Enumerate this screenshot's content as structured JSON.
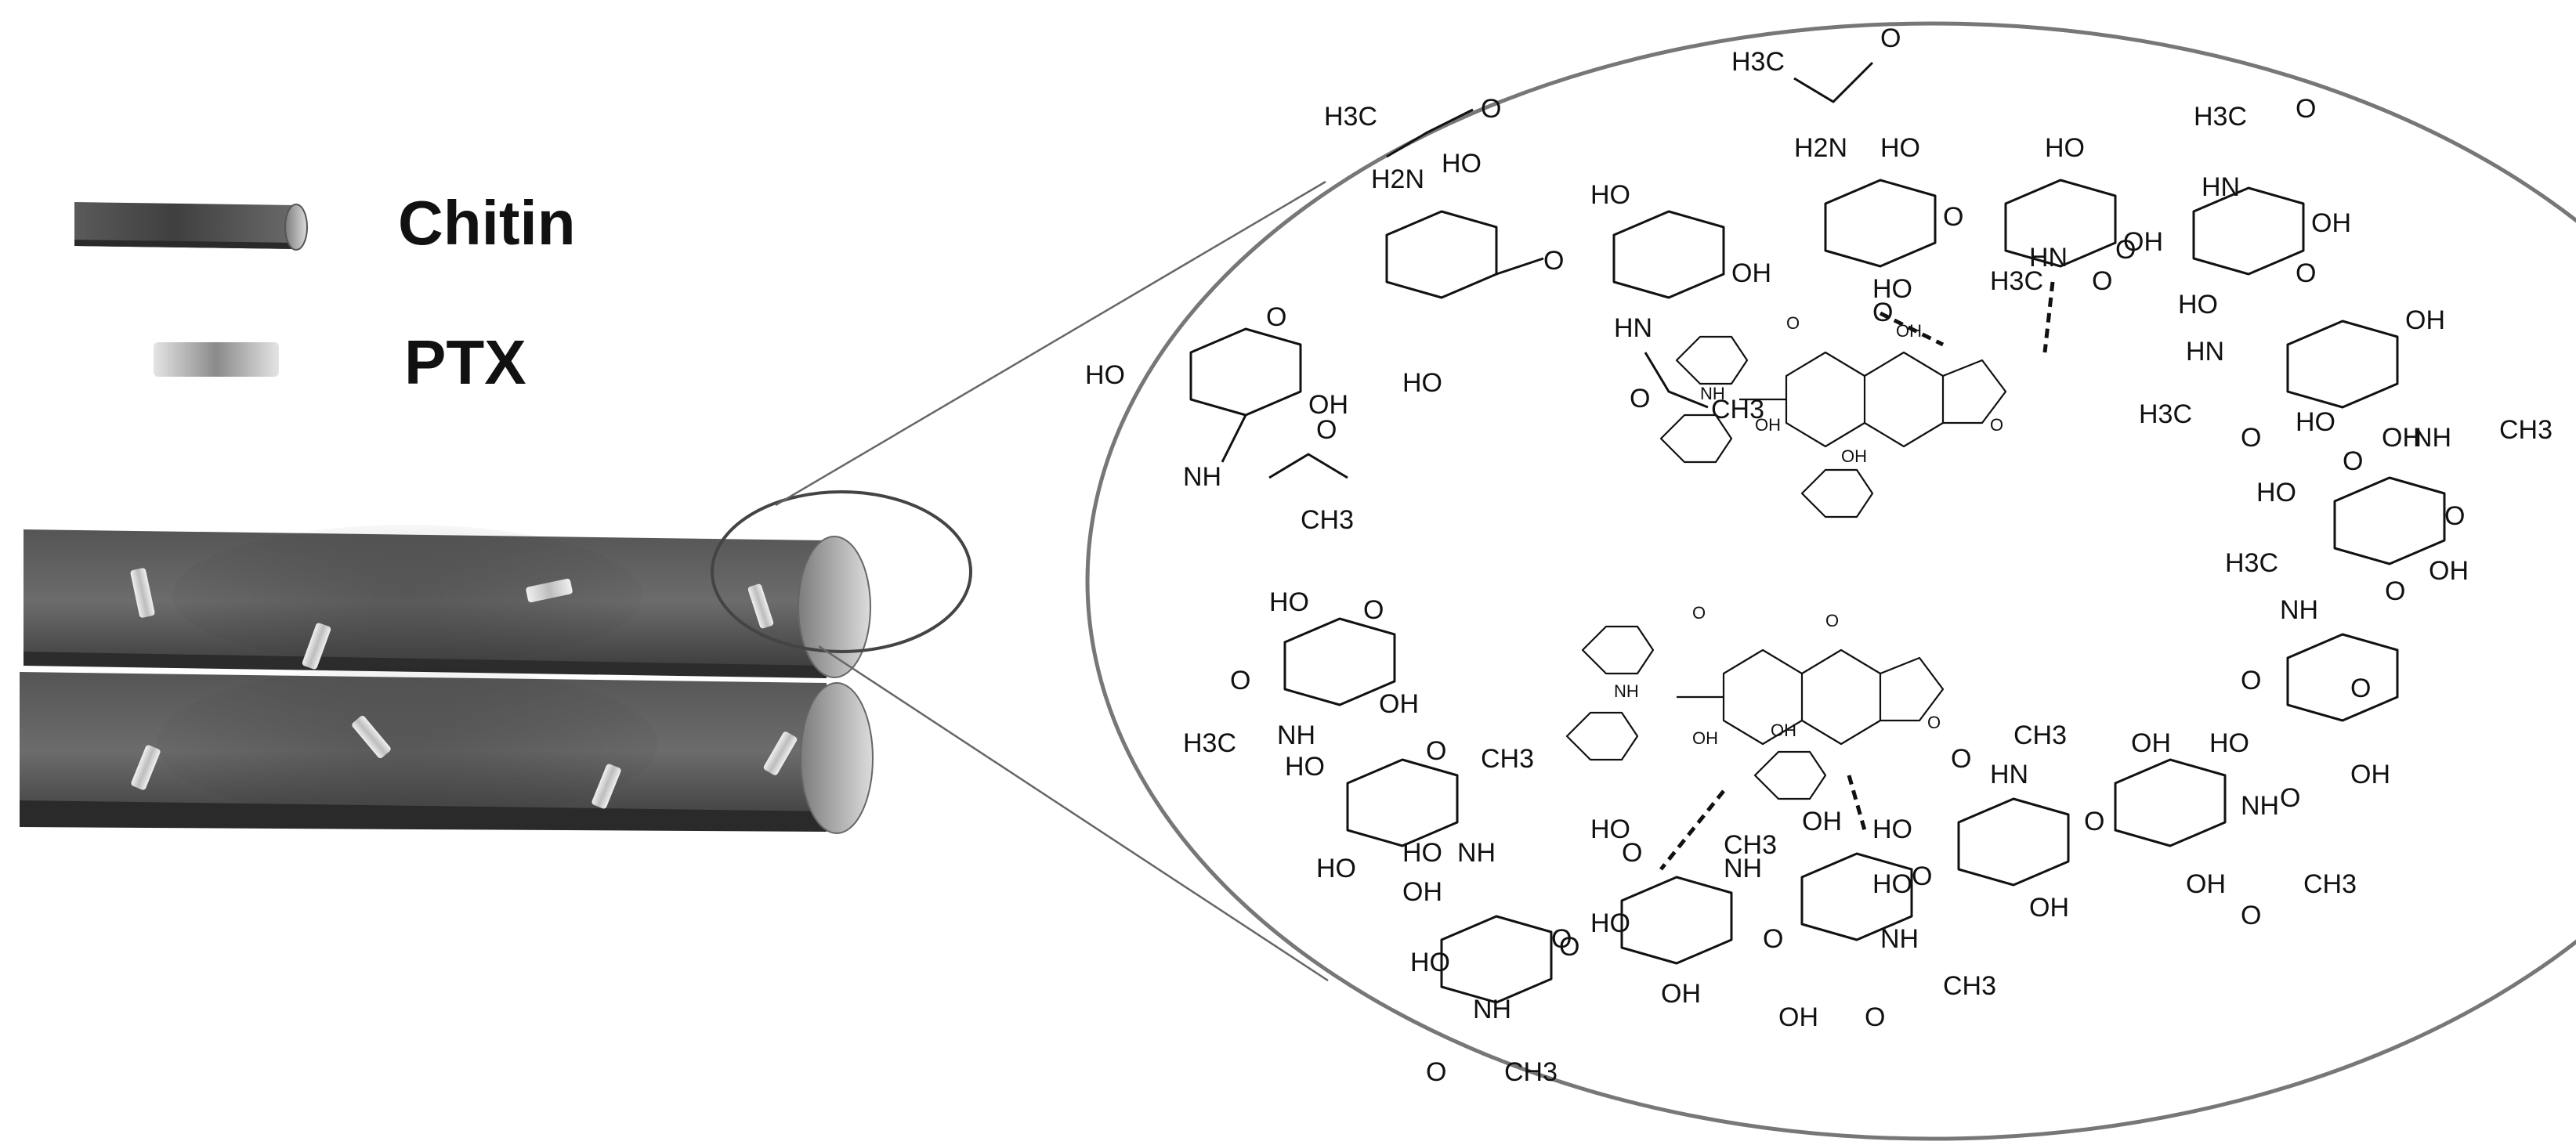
{
  "legend": {
    "chitin_label": "Chitin",
    "ptx_label": "PTX"
  },
  "chem_labels": {
    "h3c": "H3C",
    "ch3": "CH3",
    "nh": "NH",
    "hn": "HN",
    "h2n": "H2N",
    "ho": "HO",
    "oh": "OH",
    "o": "O"
  },
  "colors": {
    "fiber_dark": "#3a3a3a",
    "fiber_mid": "#6e6e6e",
    "fiber_end": "#c8c8c8",
    "ptx_rod": "#d8d8d8",
    "outline": "#6b6b6b"
  }
}
